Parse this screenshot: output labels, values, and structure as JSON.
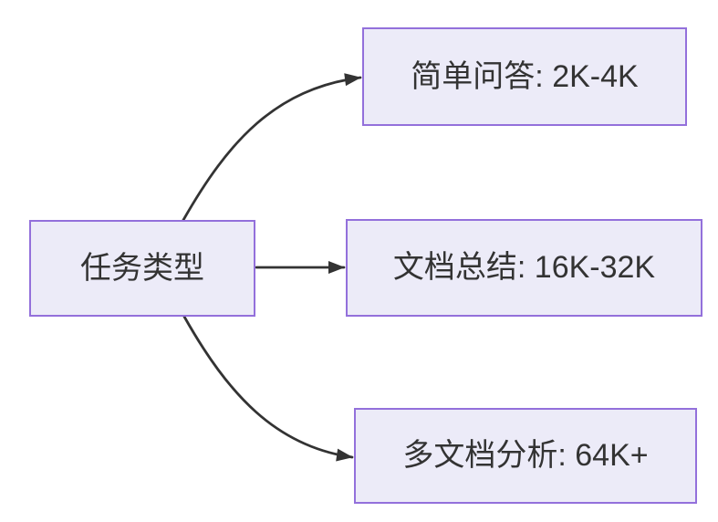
{
  "diagram": {
    "type": "flowchart",
    "direction": "left-to-right",
    "nodes": [
      {
        "id": "task-type",
        "label": "任务类型"
      },
      {
        "id": "simple-qa",
        "label": "简单问答: 2K-4K"
      },
      {
        "id": "doc-summary",
        "label": "文档总结: 16K-32K"
      },
      {
        "id": "multi-doc-analysis",
        "label": "多文档分析: 64K+"
      }
    ],
    "edges": [
      {
        "from": "任务类型",
        "to": "简单问答: 2K-4K",
        "style": "curved-up"
      },
      {
        "from": "任务类型",
        "to": "文档总结: 16K-32K",
        "style": "straight"
      },
      {
        "from": "任务类型",
        "to": "多文档分析: 64K+",
        "style": "curved-down"
      }
    ]
  },
  "theme": {
    "background": "#FFFFFF",
    "node_fill": "#ECEBF8",
    "node_border": "#9370DB",
    "edge_color": "#333333",
    "text_color": "#333333"
  }
}
